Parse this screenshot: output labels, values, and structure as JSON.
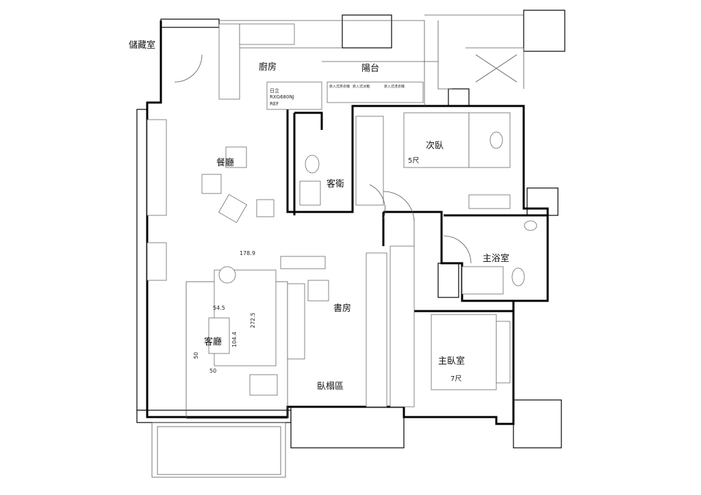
{
  "rooms": {
    "storage": "儲藏室",
    "kitchen": "廚房",
    "balcony": "陽台",
    "dining": "餐廳",
    "guest_bath": "客衛",
    "second_bedroom": "次臥",
    "master_bath": "主浴室",
    "study": "書房",
    "living": "客廳",
    "master_bedroom": "主臥室",
    "tatami": "臥榻區"
  },
  "bed_sizes": {
    "second": "5尺",
    "master": "7尺"
  },
  "fridge": {
    "brand": "日立",
    "model": "RXG680NJ",
    "tag": "REF"
  },
  "appliances": [
    "崁入式烘衣機",
    "崁入式冰箱",
    "崁入式洗衣機"
  ],
  "dimensions": {
    "sofa_width": "178.9",
    "sofa_length": "272.5",
    "table_width": "54.5",
    "table_length": "104.4",
    "stool_w": "50",
    "stool_h": "50"
  }
}
